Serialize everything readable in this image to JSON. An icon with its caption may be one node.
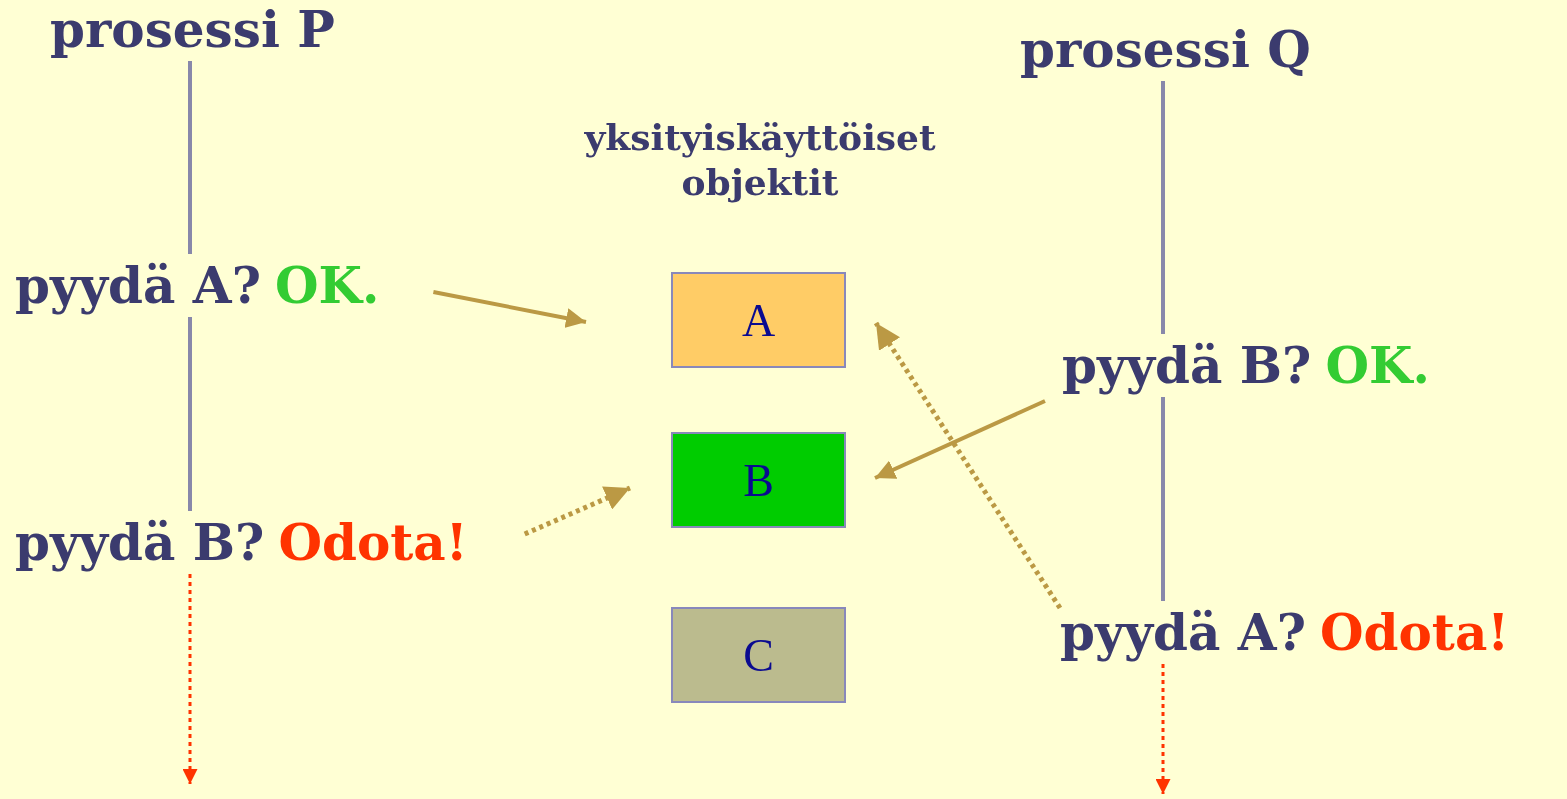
{
  "diagram": {
    "nodes": [
      {
        "text": [
          "prosessi P"
        ]
      },
      {
        "text": [
          "pyydä A?",
          "OK."
        ]
      },
      {
        "text": [
          "pyydä B?",
          "Odota!"
        ]
      },
      {
        "text": [
          "prosessi Q"
        ]
      },
      {
        "text": [
          "pyydä B?",
          "OK."
        ]
      },
      {
        "text": [
          "pyydä A?",
          "Odota!"
        ]
      },
      {
        "text": [
          "A"
        ]
      },
      {
        "text": [
          "B"
        ]
      },
      {
        "text": [
          "C"
        ]
      }
    ],
    "edges": [
      {
        "from": 0,
        "to": 1,
        "arrow": "none"
      },
      {
        "from": 1,
        "to": 2,
        "arrow": "none"
      },
      {
        "from": 3,
        "to": 4,
        "arrow": "none"
      },
      {
        "from": 4,
        "to": 5,
        "arrow": "none"
      },
      {
        "from": 1,
        "to": 6,
        "arrow": "to",
        "color": "#bb9944"
      },
      {
        "from": 2,
        "to": 7,
        "arrow": "to",
        "style": "dashed",
        "color": "#bb9944"
      },
      {
        "from": 4,
        "to": 7,
        "arrow": "to",
        "color": "#bb9944"
      },
      {
        "from": 5,
        "to": 6,
        "arrow": "to",
        "style": "dashed",
        "color": "#bb9944"
      },
      {
        "from": 2,
        "to": null,
        "arrow": "to",
        "style": "dashed",
        "color": "#ff3300"
      },
      {
        "from": 5,
        "to": null,
        "arrow": "to",
        "style": "dashed",
        "color": "#ff3300"
      }
    ],
    "labels": [
      "yksityiskäyttöiset objektit"
    ]
  }
}
